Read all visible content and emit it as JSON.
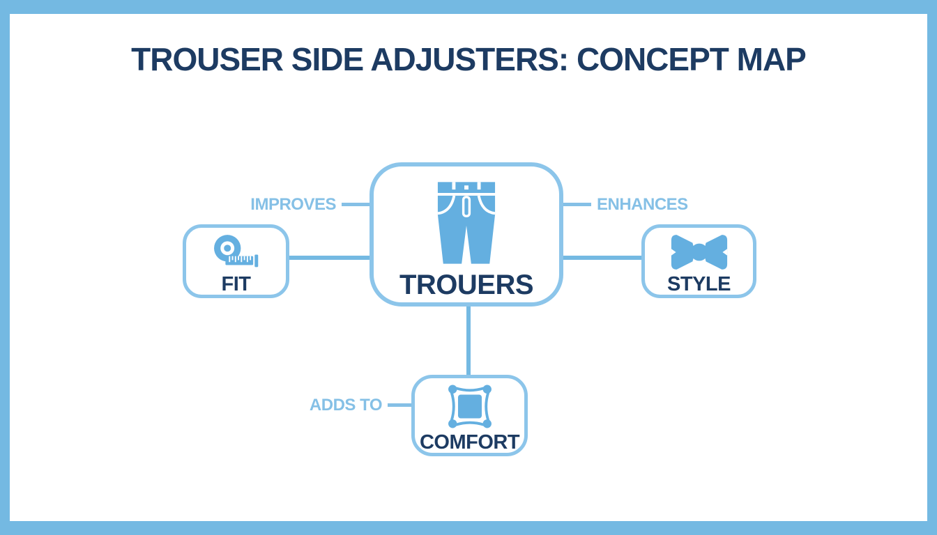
{
  "title": "TROUSER SIDE ADJUSTERS: CONCEPT MAP",
  "map": {
    "center": {
      "label": "TROUERS",
      "icon": "trousers-icon"
    },
    "left": {
      "label": "FIT",
      "icon": "measuring-tape-icon"
    },
    "right": {
      "label": "STYLE",
      "icon": "bow-tie-icon"
    },
    "bottom": {
      "label": "COMFORT",
      "icon": "pillow-icon"
    }
  },
  "edges": {
    "improves": {
      "label": "IMPROVES",
      "from": "TROUERS",
      "to": "FIT"
    },
    "enhances": {
      "label": "ENHANCES",
      "from": "TROUERS",
      "to": "STYLE"
    },
    "adds_to": {
      "label": "ADDS TO",
      "from": "TROUERS",
      "to": "COMFORT"
    }
  },
  "colors": {
    "frame_blue": "#74b9e2",
    "node_border_blue": "#8cc5ea",
    "icon_blue": "#64afe0",
    "edge_label_blue": "#85c0e6",
    "navy_text": "#1d3b62",
    "background": "#ffffff"
  }
}
